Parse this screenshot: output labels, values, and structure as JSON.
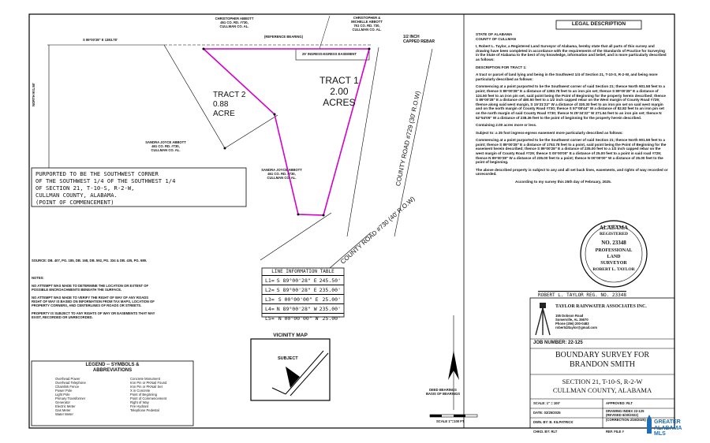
{
  "sheet": {
    "adjoiners": {
      "christopher_abbott": [
        "CHRISTOPHER ABBOTT",
        "461 CO. RD. #730,",
        "CULLMAN CO. AL."
      ],
      "christopher_michelle": [
        "CHRISTOPHER &",
        "MICHELLE ABBOTT",
        "761 CO. RD. 730,",
        "CULLMAN CO. AL."
      ],
      "sandra_west": [
        "SANDRA JOYCE ABBOTT",
        "461 CO. RD. #730,",
        "CULLMAN CO. AL."
      ],
      "sandra_south": [
        "SANDRA JOYCE ABBOTT",
        "461 CO. RD. #730,",
        "CULLMAN CO. AL."
      ]
    },
    "tract1": [
      "TRACT 1",
      "2.00",
      "ACRES"
    ],
    "tract2": [
      "TRACT 2",
      "0.88",
      "ACRE"
    ],
    "rebar_label": [
      "1/2 INCH",
      "CAPPED REBAR"
    ],
    "easement_label": "25' INGRESS-EGRESS EASEMENT",
    "reference_bearing": "(REFERENCE BEARING)",
    "bearing_top": "S 89°00'28\" E 1383.78'",
    "bearing_north": "NORTH 901.58'",
    "roads": {
      "cr729": "COUNTY ROAD #729 (30' R.O.W)",
      "cr730": "COUNTY ROAD #730 (40' R.O.W)"
    },
    "commencement": [
      "PURPORTED TO BE THE SOUTHWEST CORNER",
      "OF THE SOUTHWEST 1/4 OF THE SOUTHWEST 1/4",
      "OF SECTION 21, T-10-S, R-2-W,",
      "CULLMAN COUNTY, ALABAMA.",
      "(POINT OF COMMENCEMENT)"
    ],
    "source": "SOURCE: DB. 407, PG. 185, DB. 168, DB. 592, PG. 334 & DB. 435, PG. 689.",
    "notes_title": "NOTES:",
    "notes": [
      "NO ATTEMPT WAS MADE TO DETERMINE THE LOCATION OR EXTENT OF POSSIBLE ENCROACHMENTS BENEATH THE SURFACE.",
      "NO ATTEMPT WAS MADE TO VERIFY THE RIGHT OF WAY OF ANY ROADS RIGHT OF WAY IS BASED ON INFORMATION FROM TAX MAPS, LOCATION OF PROPERTY CORNERS, AND CENTERLINES OF ROADS OR STREETS.",
      "PROPERTY IS SUBJECT TO ANY RIGHTS OF WAY OR EASEMENTS THAT MAY EXIST, RECORDED OR UNRECORDED."
    ],
    "line_table": {
      "title": "LINE INFORMATION TABLE",
      "rows": [
        {
          "id": "L1=",
          "bearing": "S 89°00'28\" E",
          "dist": "245.50'"
        },
        {
          "id": "L2=",
          "bearing": "S 89°00'28\" E",
          "dist": "235.00'"
        },
        {
          "id": "L3=",
          "bearing": "S 00°00'00\" E",
          "dist": "25.00'"
        },
        {
          "id": "L4=",
          "bearing": "N 89°00'28\" W",
          "dist": "235.00'"
        },
        {
          "id": "L5=",
          "bearing": "N 00°00'00\" W",
          "dist": "25.00'"
        }
      ]
    },
    "vicinity": {
      "title": "VICINITY MAP",
      "subject": "SUBJECT"
    },
    "legend": {
      "title": [
        "LEGEND -- SYMBOLS &",
        "ABBREVIATIONS"
      ],
      "left": [
        "Overhead Power",
        "Overhead Telephone",
        "Chainlink Fence",
        "Power Pole",
        "Light Pole",
        "Primary Transformer",
        "Generator",
        "Electric Meter",
        "Gas Meter",
        "Water Meter"
      ],
      "right": [
        "Concrete Monument",
        "Iron Pin or PKNail Found",
        "Iron Pin or PKNail Set",
        "X in Concrete",
        "Point of Beginning",
        "Point of Commencement",
        "Right of Way",
        "Fire Hydrant",
        "Telephone Pedestal"
      ]
    },
    "deed_bearings": [
      "DEED BEARINGS",
      "BASIS OF BEARINGS"
    ],
    "scale_bar": "SCALE 1\"=100 FT",
    "legal": {
      "header": "LEGAL DESCRIPTION",
      "state": [
        "STATE OF ALABAMA",
        "COUNTY OF CULLMAN"
      ],
      "intro": "I, Robert L. Taylor, a Registered Land Surveyor of Alabama, hereby state that all parts of this survey and drawing have been completed in accordance with the requirements of the Standards of Practice for Surveying in the State of Alabama to the best of my knowledge, information and belief, and is more particularly described as follows:",
      "desc_title": "DESCRIPTION FOR TRACT 1:",
      "desc_a": "A tract or parcel of land lying and being in the Southwest 1/4 of Section 21, T-10-S, R-2-W, and being more particularly described as follows:",
      "desc_b": "Commencing at a point purported to be the Southwest corner of said Section 21; thence North 901.58 feet to a point; thence S 89°00'28\" E a distance of 1383.78 feet to an iron pin set; thence S 89°00'28\" E a distance of 124.50 feet to an iron pin set, said point being the Point of Beginning for the property herein described; thence S 89°00'28\" E a distance of 480.50 feet to a 1/2 inch capped rebar on the West margin of County Road #729; thence along said west margin, S 15°21'22\" W a distance of 330.30 feet to an iron pin set on said west margin and on the north margin of County Road #730; thence S 57°08'44\" W a distance of 82.82 feet to an iron pin set on the north margin of said County Road #730; thence N 25°34'22\" W 271.64 feet to an iron pin set; thence N 52°54'05\" W a distance of 238.36 feet to the point of beginning for the property herein described.",
      "containing": "Containing 2.00 acres more or less.",
      "subject": "Subject to: a 25 foot ingress-egress easement more particularly described as follows:",
      "easement": "Commencing at a point purported to be the Southwest corner of said Section 21; thence North 901.58 feet to a point; thence S 89°00'28\" E a distance of 1753.78 feet to a point, said point being the Point of Beginning for the easement herein described; thence S 89°00'28\" E a distance of 235.00 feet to a 1/2 inch capped rebar on the west margin of County Road #729; thence S 00°00'00\" E a distance of 25.00 feet to a point in said road #729; thence N 89°00'28\" W a distance of 235.00 feet to a point; thence N 00°00'00\" W a distance of 25.00 feet to the point of beginning.",
      "above": "The above described property is subject to any and all set back lines, easements, and rights of way recorded or unrecorded.",
      "according": "According to my survey this 25th day of February, 2025."
    },
    "seal": {
      "top": "ALABAMA",
      "registered": "REGISTERED",
      "no": "NO. 23348",
      "prof": [
        "PROFESSIONAL",
        "LAND",
        "SURVEYOR"
      ],
      "name": "ROBERT L. TAYLOR"
    },
    "signature_line": "ROBERT L. TAYLOR REG. NO. 23348",
    "firm": {
      "name": "TAYLOR RAINWATER ASSOCIATES INC.",
      "address": [
        "155 Dobson Road",
        "Somerville, AL 35670",
        "Phone (256) 200-0483",
        "robert43taylor@gmail.com"
      ]
    },
    "job_number": "JOB NUMBER: 22-125",
    "title": [
      "BOUNDARY SURVEY FOR",
      "BRANDON SMITH"
    ],
    "location": [
      "SECTION 21, T-10-S, R-2-W",
      "CULLMAN COUNTY, ALABAMA"
    ],
    "tb": {
      "scale": "SCALE: 1\" = 100'",
      "approved": "APPROVED: RLT",
      "date": "DATE: 02/25/2025",
      "drawing": "DRAWING INDEX 22-125",
      "revised": "(REVISED 6/30/2022)",
      "correction": "(CORRECTION 2/26/2025)",
      "dwn": "DWN. BY: B. KILPATRICK",
      "chkd": "CHKD. BY: RLT",
      "ref": "REF. FILE #"
    },
    "watermark": [
      "GREATER",
      "ALABAMA",
      "MLS"
    ],
    "colors": {
      "boundary": "#d400c8",
      "ink": "#111111",
      "watermark": "#1f6db3"
    }
  }
}
